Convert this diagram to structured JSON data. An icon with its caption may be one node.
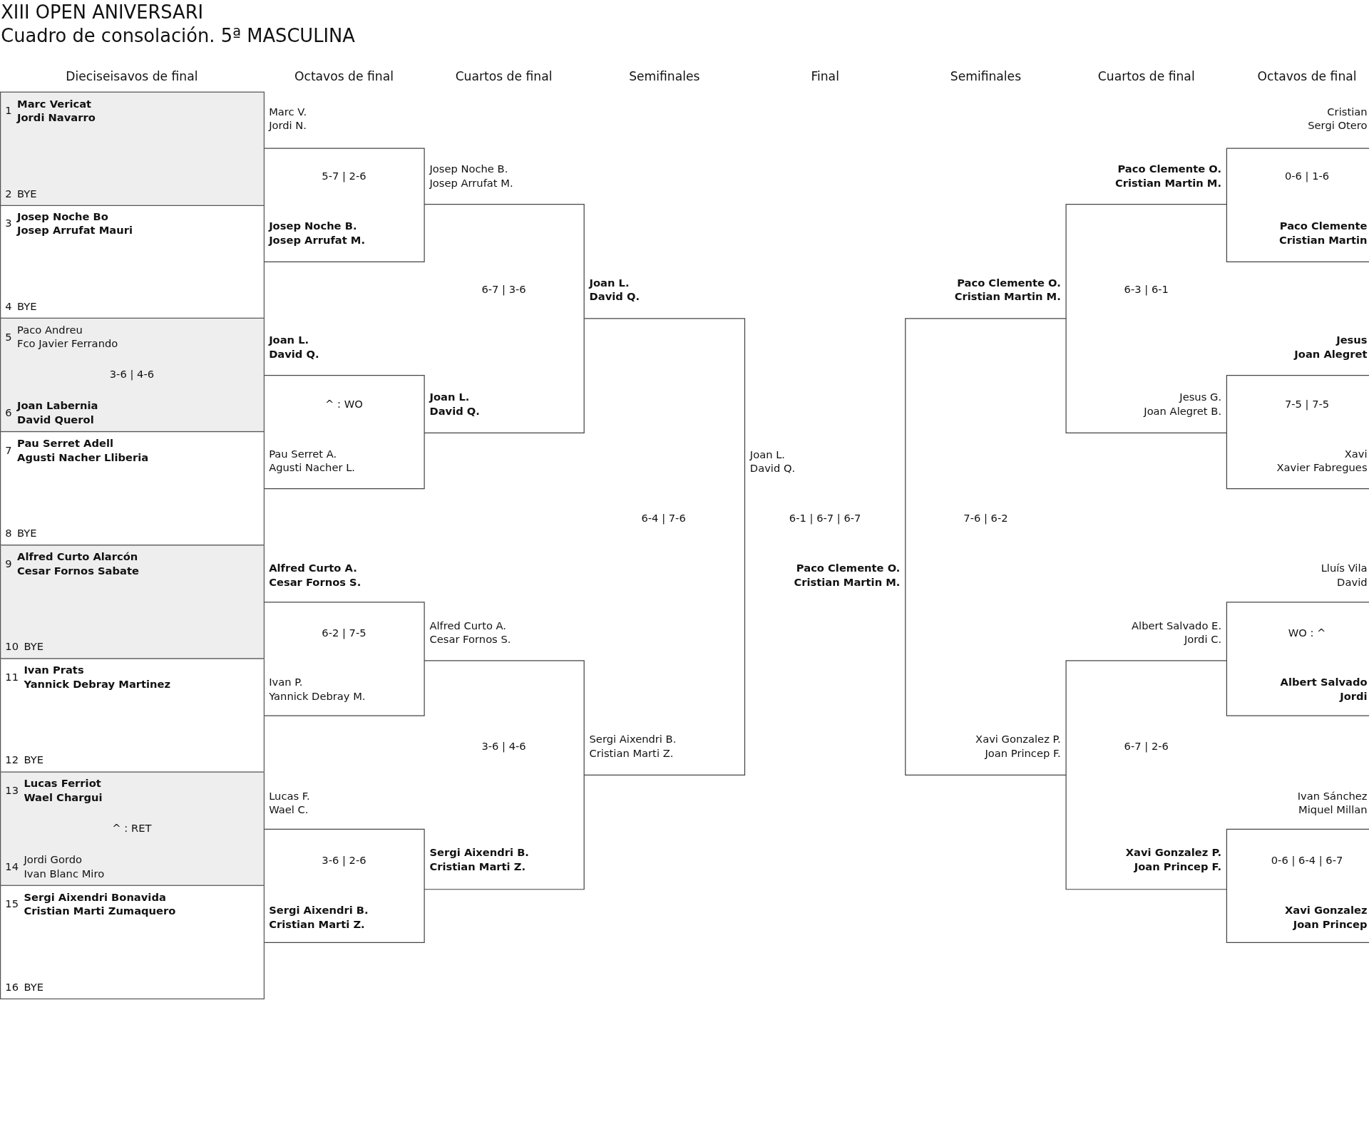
{
  "diagram": {
    "title": "XIII OPEN ANIVERSARI",
    "nodes": [
      {
        "text": [
          "1",
          "Marc Vericat",
          "Jordi Navarro",
          "2",
          "BYE"
        ]
      },
      {
        "text": [
          "3",
          "Josep Noche Bo",
          "Josep Arrufat Mauri",
          "4",
          "BYE"
        ]
      },
      {
        "text": [
          "5",
          "Paco Andreu",
          "Fco Javier Ferrando",
          "3-6 | 4-6",
          "6",
          "Joan Labernia",
          "David Querol"
        ]
      },
      {
        "text": [
          "7",
          "Pau Serret Adell",
          "Agusti Nacher Lliberia",
          "8",
          "BYE"
        ]
      },
      {
        "text": [
          "9",
          "Alfred Curto Alarcón",
          "Cesar Fornos Sabate",
          "10",
          "BYE"
        ]
      },
      {
        "text": [
          "11",
          "Ivan Prats",
          "Yannick Debray Martinez",
          "12",
          "BYE"
        ]
      },
      {
        "text": [
          "13",
          "Lucas Ferriot",
          "Wael Chargui",
          "^ : RET",
          "14",
          "Jordi Gordo",
          "Ivan Blanc Miro"
        ]
      },
      {
        "text": [
          "15",
          "Sergi Aixendri Bonavida",
          "Cristian Marti Zumaquero",
          "16",
          "BYE"
        ]
      }
    ],
    "labels": [
      "Cuadro de consolación. 5ª MASCULINA",
      "Dieciseisavos de final",
      "Octavos de final",
      "Cuartos de final",
      "Semifinales",
      "Final",
      "Semifinales",
      "Cuartos de final",
      "Octavos de final",
      "Marc V.",
      "Jordi N.",
      "5-7 | 2-6",
      "Josep Noche B.",
      "Josep Arrufat M.",
      "Joan L.",
      "David Q.",
      "^ : WO",
      "Pau Serret A.",
      "Agusti Nacher L.",
      "Alfred Curto A.",
      "Cesar Fornos S.",
      "6-2 | 7-5",
      "Ivan P.",
      "Yannick Debray M.",
      "Lucas F.",
      "Wael C.",
      "3-6 | 2-6",
      "Sergi Aixendri B.",
      "Cristian Marti Z.",
      "Josep Noche B.",
      "Josep Arrufat M.",
      "6-7 | 3-6",
      "Joan L.",
      "David Q.",
      "Alfred Curto A.",
      "Cesar Fornos S.",
      "3-6 | 4-6",
      "Sergi Aixendri B.",
      "Cristian Marti Z.",
      "Joan L.",
      "David Q.",
      "6-4 | 7-6",
      "Sergi Aixendri B.",
      "Cristian Marti Z.",
      "Joan L.",
      "David Q.",
      "6-1 | 6-7 | 6-7",
      "Paco Clemente O.",
      "Cristian Martin M.",
      "Paco Clemente O.",
      "Cristian Martin M.",
      "7-6 | 6-2",
      "Xavi Gonzalez P.",
      "Joan Princep F.",
      "Paco Clemente O.",
      "Cristian Martin M.",
      "6-3 | 6-1",
      "Jesus G.",
      "Joan Alegret B.",
      "Albert Salvado E.",
      "Jordi C.",
      "6-7 | 2-6",
      "Xavi Gonzalez P.",
      "Joan Princep F.",
      "Cristian",
      "Sergi Otero",
      "0-6 | 1-6",
      "Paco Clemente",
      "Cristian Martin",
      "Jesus",
      "Joan Alegret",
      "7-5 | 7-5",
      "Xavi",
      "Xavier Fabregues",
      "Lluís Vila",
      "David",
      "WO : ^",
      "Albert Salvado",
      "Jordi",
      "Ivan Sánchez",
      "Miquel Millan",
      "0-6 | 6-4 | 6-7",
      "Xavi Gonzalez",
      "Joan Princep"
    ]
  }
}
